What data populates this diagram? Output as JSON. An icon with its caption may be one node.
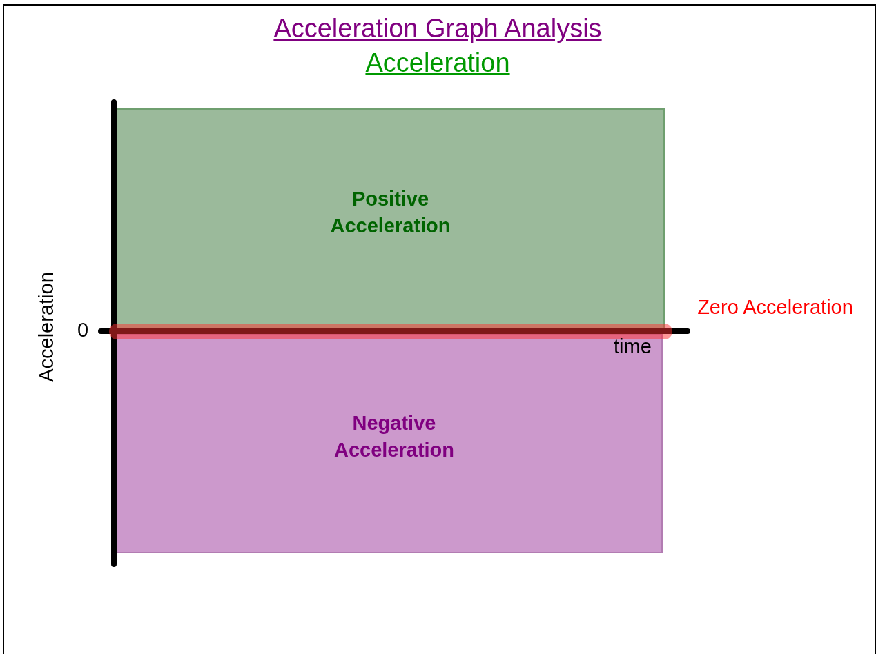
{
  "diagram": {
    "title": "Acceleration Graph Analysis",
    "nodes": [
      {
        "text": [
          "Positive Acceleration"
        ]
      },
      {
        "text": [
          "Negative Acceleration"
        ]
      },
      {
        "text": [],
        "shape": "bar",
        "beside": [
          "Zero Acceleration"
        ]
      }
    ],
    "labels": [
      "Acceleration",
      "Acceleration",
      "0",
      "time"
    ]
  }
}
